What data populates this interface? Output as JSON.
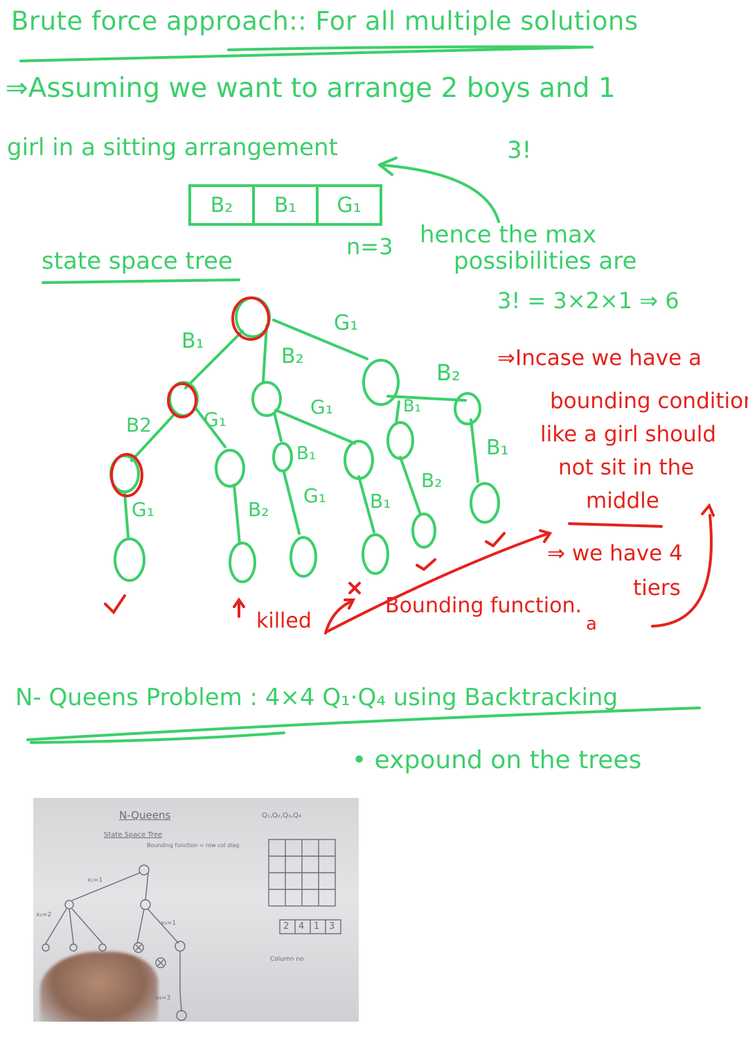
{
  "notes": {
    "heading": "Brute force approach:: For all multiple solutions",
    "assume_line1": "⇒Assuming  we  want  to  arrange  2 boys and 1",
    "assume_line2": "girl  in  a  sitting  arrangement",
    "factorial_label": "3!",
    "boxes": [
      "B₂",
      "B₁",
      "G₁"
    ],
    "state_space_tree": "state space tree",
    "n_value": "n=3",
    "hence_line1": "hence the max",
    "hence_line2": "possibilities are",
    "formula": "3!  =  3×2×1 ⇒ 6",
    "bounding_note": [
      "⇒Incase we have a",
      "bounding condition.",
      "like a girl should",
      "not sit in the",
      "middle"
    ],
    "tiers_note": [
      "⇒ we have 4",
      "tiers"
    ],
    "killed_label": "killed",
    "bounding_function_label": "Bounding function.",
    "small_a": "a",
    "tree_labels": {
      "root_b1": "B₁",
      "root_b2": "B₂",
      "root_g1": "G₁",
      "l1_b2": "B2",
      "l1_g1": "G₁",
      "l1b_g1": "G₁",
      "l1c_b1": "B₁",
      "l1c_b2": "B₂",
      "l2_g1": "G₁",
      "l2_b1": "B₁",
      "l2_b2": "B₂",
      "l2_g1b": "G₁",
      "l2_b1b": "B₁",
      "l2_b2b": "B₂",
      "l2_b1c": "B₁"
    },
    "nqueens_title": "N- Queens  Problem  : 4×4   Q₁·Q₄ using  Backtracking",
    "expound": "• expound  on  the  trees"
  },
  "photo": {
    "title": "N-Queens",
    "queens": "Q₁,Q₂,Q₃,Q₄",
    "sst": "State Space Tree",
    "bounding": "Bounding function = row col diag",
    "x1": "x₁=1",
    "x2": "x₂=2",
    "x3": "x₃=1",
    "x4": "x₄=3",
    "solution": [
      "2",
      "4",
      "1",
      "3"
    ],
    "columns_label": "Column no"
  },
  "colors": {
    "ink_green": "#3ccf6a",
    "ink_red": "#e5221c",
    "paper": "#ffffff"
  }
}
